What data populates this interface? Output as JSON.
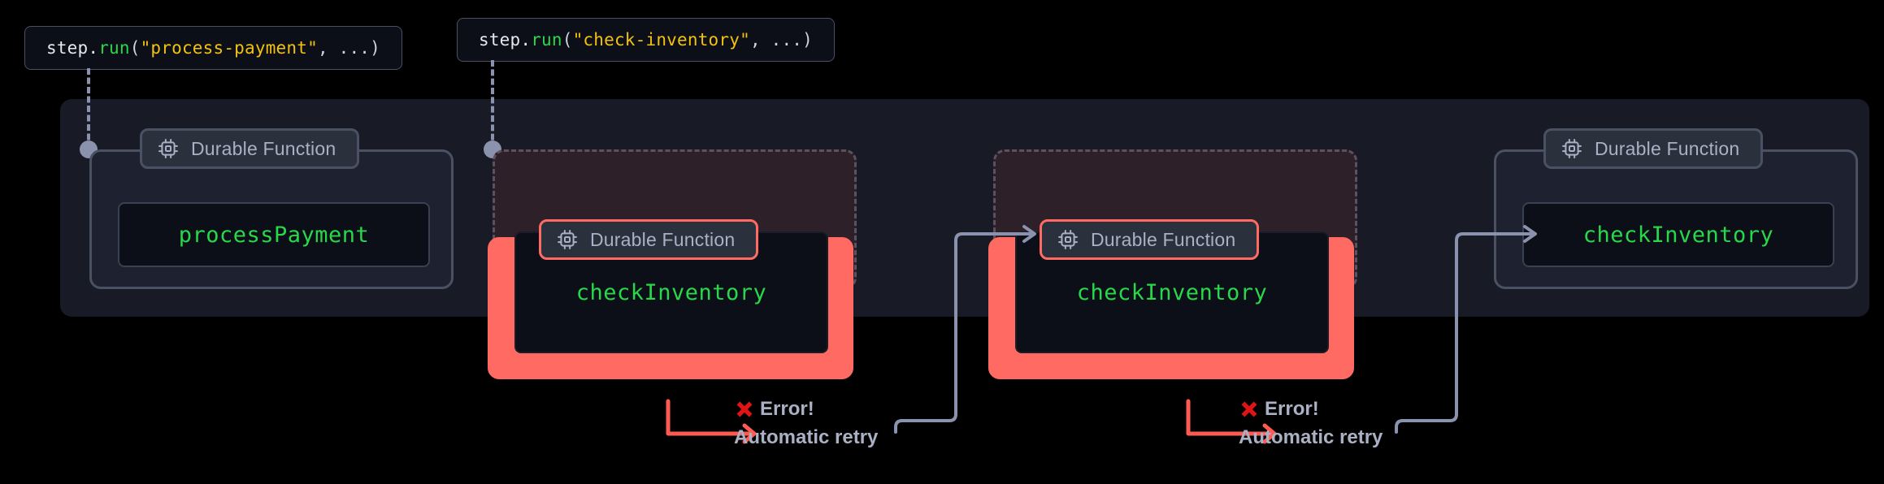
{
  "diagram": {
    "title": "Durable function step retry flow",
    "colors": {
      "background": "#000000",
      "panel": "#181b25",
      "card_border": "#4a5163",
      "fail_red": "#ff6b63",
      "error_x_red": "#e01414",
      "code_green": "#29d84a",
      "code_string_yellow": "#f2c20f",
      "muted_text": "#aab1c4",
      "connector_gray": "#8b92ad"
    }
  },
  "code_labels": [
    {
      "id": "process-payment",
      "tokens": [
        {
          "text": "step.",
          "kind": "plain"
        },
        {
          "text": "run",
          "kind": "fn"
        },
        {
          "text": "(",
          "kind": "punc"
        },
        {
          "text": "\"process-payment\"",
          "kind": "str"
        },
        {
          "text": ", ...)",
          "kind": "punc"
        }
      ]
    },
    {
      "id": "check-inventory",
      "tokens": [
        {
          "text": "step.",
          "kind": "plain"
        },
        {
          "text": "run",
          "kind": "fn"
        },
        {
          "text": "(",
          "kind": "punc"
        },
        {
          "text": "\"check-inventory\"",
          "kind": "str"
        },
        {
          "text": ", ...)",
          "kind": "punc"
        }
      ]
    }
  ],
  "pill_label": "Durable Function",
  "icons": {
    "pill": "cpu-chip-icon",
    "error": "x-mark-icon"
  },
  "steps": [
    {
      "id": "step-1",
      "state": "ok",
      "pill_label": "Durable Function",
      "function_name": "processPayment"
    },
    {
      "id": "step-2-attempt",
      "state": "failed",
      "pill_label": "Durable Function",
      "function_name": "checkInventory"
    },
    {
      "id": "step-2-retry",
      "state": "failed",
      "pill_label": "Durable Function",
      "function_name": "checkInventory"
    },
    {
      "id": "step-2-success",
      "state": "ok",
      "pill_label": "Durable Function",
      "function_name": "checkInventory"
    }
  ],
  "annotations": [
    {
      "id": "error-1",
      "error_text": "Error!",
      "retry_text": "Automatic retry"
    },
    {
      "id": "error-2",
      "error_text": "Error!",
      "retry_text": "Automatic retry"
    }
  ]
}
